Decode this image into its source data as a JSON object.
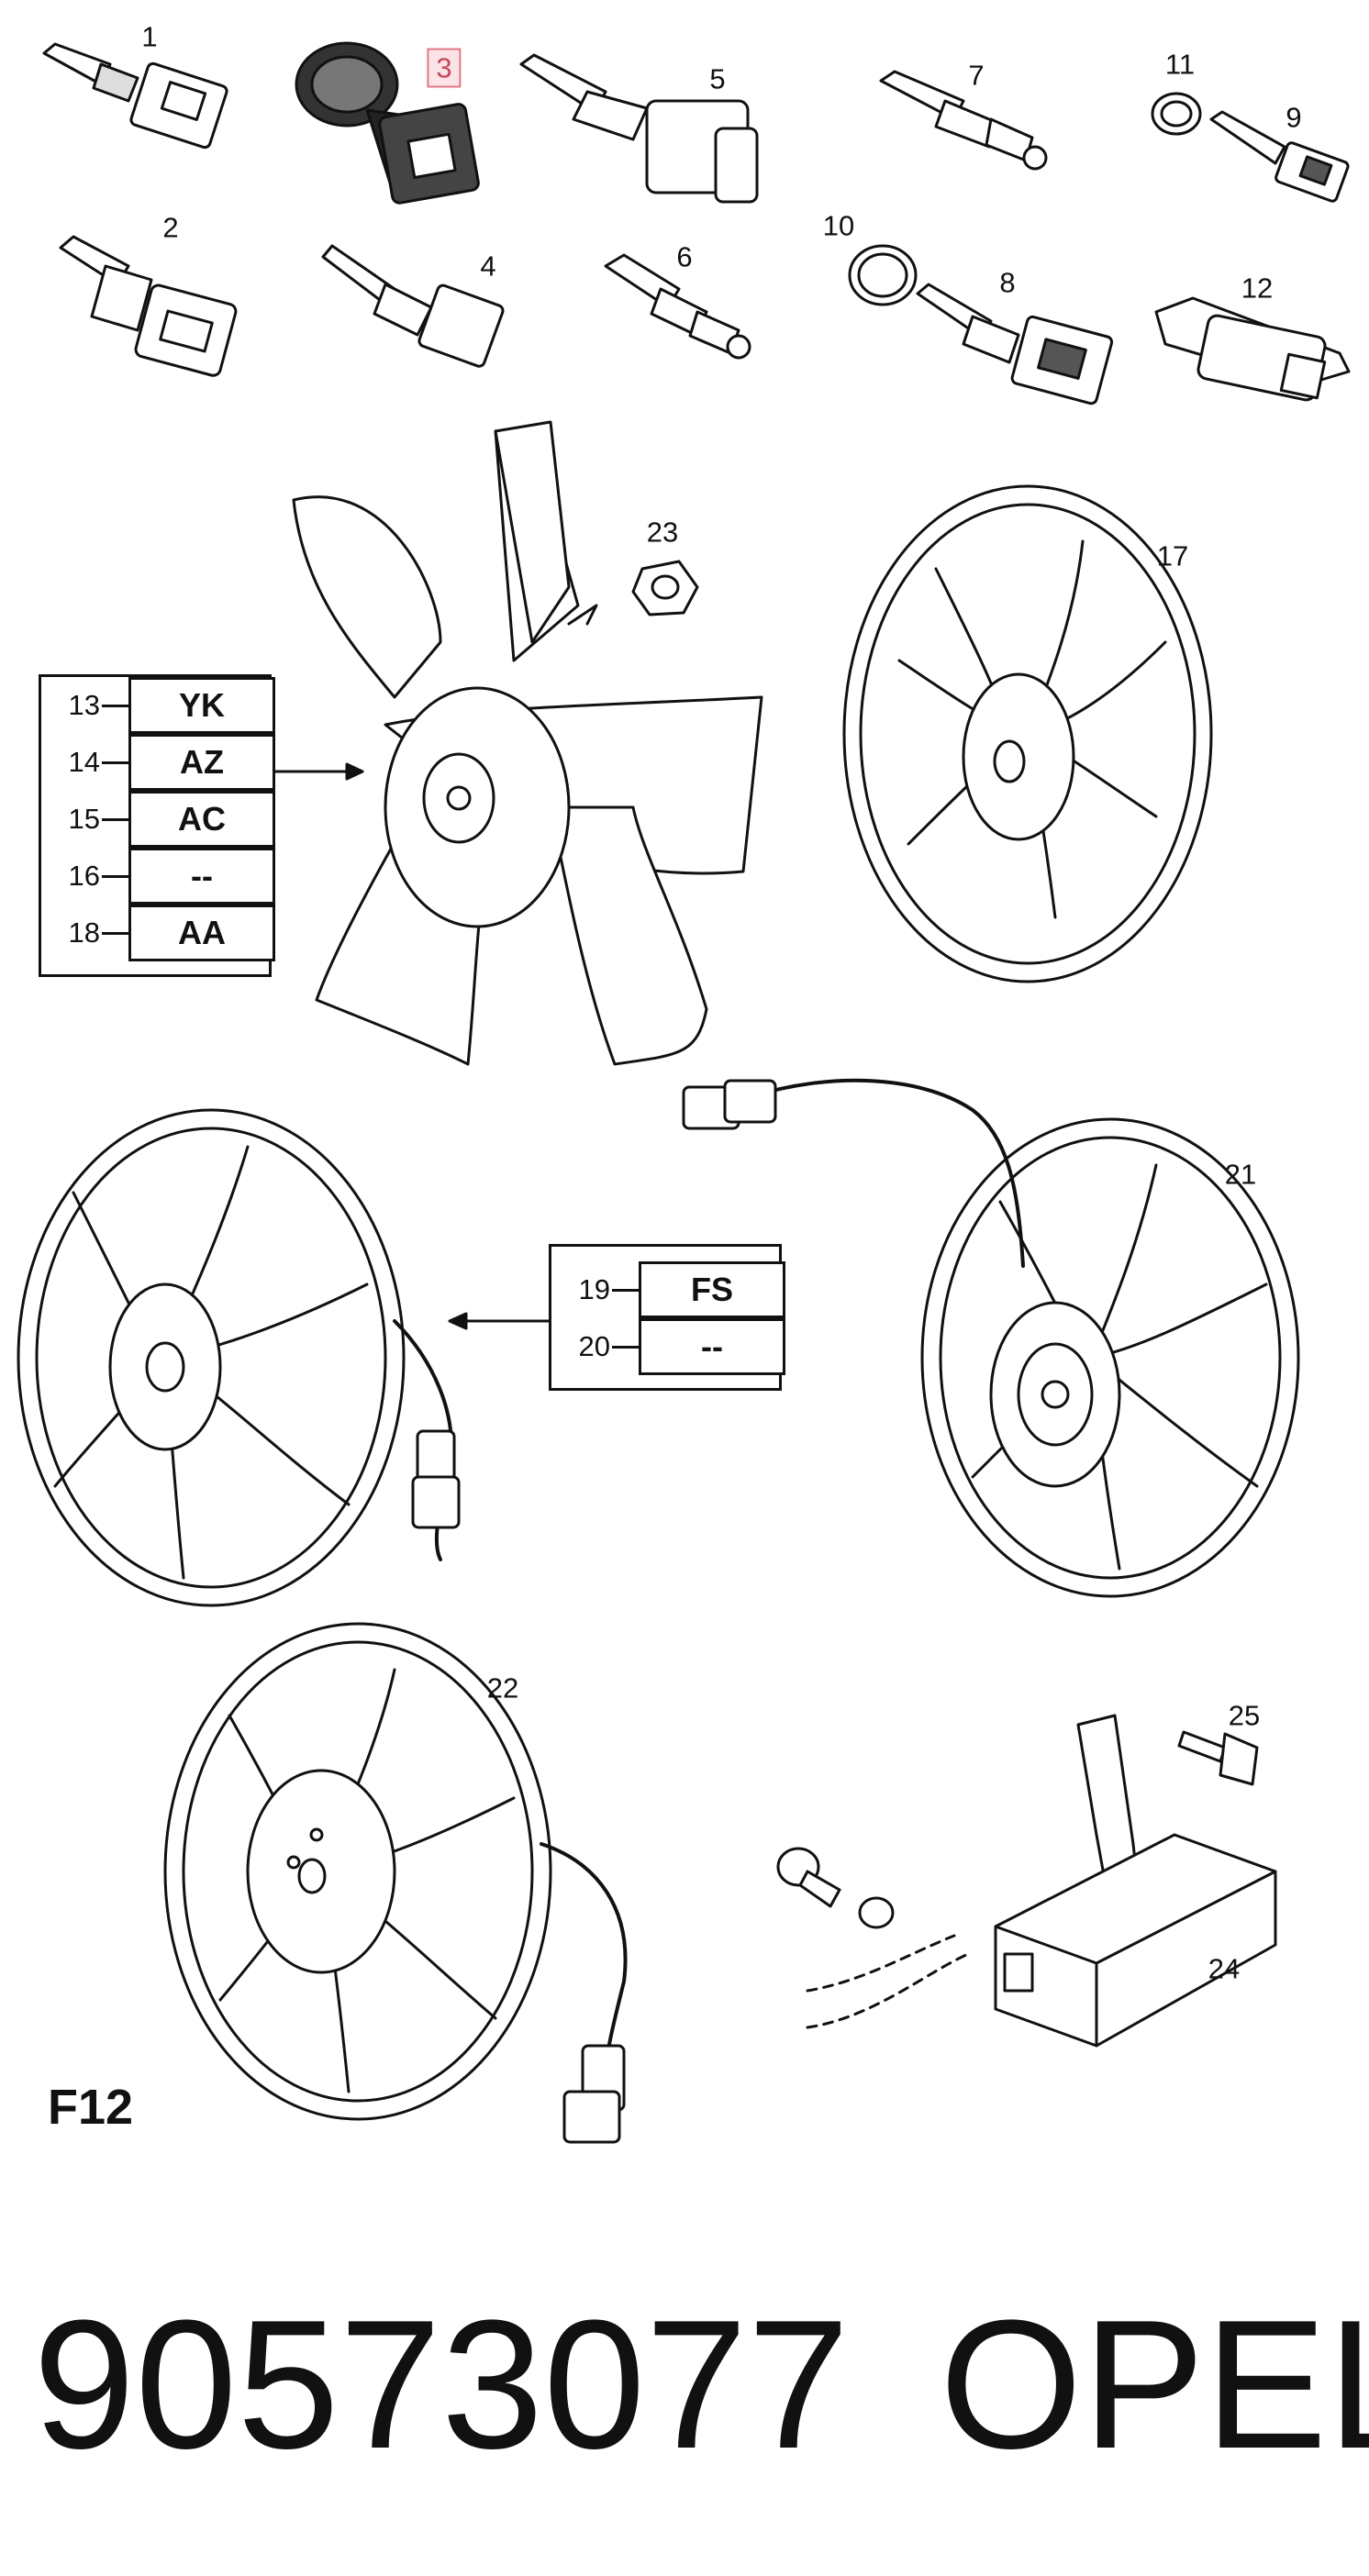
{
  "diagram": {
    "callouts": [
      {
        "id": "1",
        "text": "1"
      },
      {
        "id": "2",
        "text": "2"
      },
      {
        "id": "3",
        "text": "3"
      },
      {
        "id": "4",
        "text": "4"
      },
      {
        "id": "5",
        "text": "5"
      },
      {
        "id": "6",
        "text": "6"
      },
      {
        "id": "7",
        "text": "7"
      },
      {
        "id": "8",
        "text": "8"
      },
      {
        "id": "9",
        "text": "9"
      },
      {
        "id": "10",
        "text": "10"
      },
      {
        "id": "11",
        "text": "11"
      },
      {
        "id": "12",
        "text": "12"
      },
      {
        "id": "17",
        "text": "17"
      },
      {
        "id": "21",
        "text": "21"
      },
      {
        "id": "22",
        "text": "22"
      },
      {
        "id": "23",
        "text": "23"
      },
      {
        "id": "24",
        "text": "24"
      },
      {
        "id": "25",
        "text": "25"
      }
    ],
    "highlighted_callout": "3",
    "variant_table_1": {
      "rows": [
        {
          "number": "13",
          "code": "YK"
        },
        {
          "number": "14",
          "code": "AZ"
        },
        {
          "number": "15",
          "code": "AC"
        },
        {
          "number": "16",
          "code": "--"
        },
        {
          "number": "18",
          "code": "AA"
        }
      ]
    },
    "variant_table_2": {
      "rows": [
        {
          "number": "19",
          "code": "FS"
        },
        {
          "number": "20",
          "code": "--"
        }
      ]
    },
    "figure_label": "F12"
  },
  "footer": {
    "part_number": "90573077",
    "brand": "OPEL"
  },
  "colors": {
    "line": "#111111",
    "highlight_border": "#e07a86",
    "highlight_fill": "#fbe3e6",
    "highlight_text": "#c24a5a"
  }
}
